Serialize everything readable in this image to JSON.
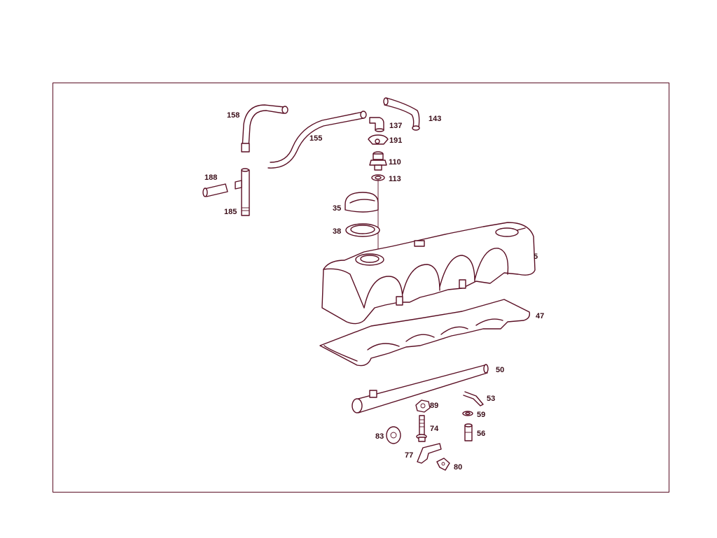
{
  "diagram": {
    "part_labels": [
      "158",
      "155",
      "137",
      "143",
      "191",
      "110",
      "113",
      "188",
      "185",
      "35",
      "38",
      "5",
      "47",
      "50",
      "89",
      "53",
      "59",
      "74",
      "83",
      "56",
      "77",
      "80"
    ]
  },
  "colors": {
    "line": "#5a0f24",
    "label": "#3a0d18",
    "background": "#ffffff"
  }
}
